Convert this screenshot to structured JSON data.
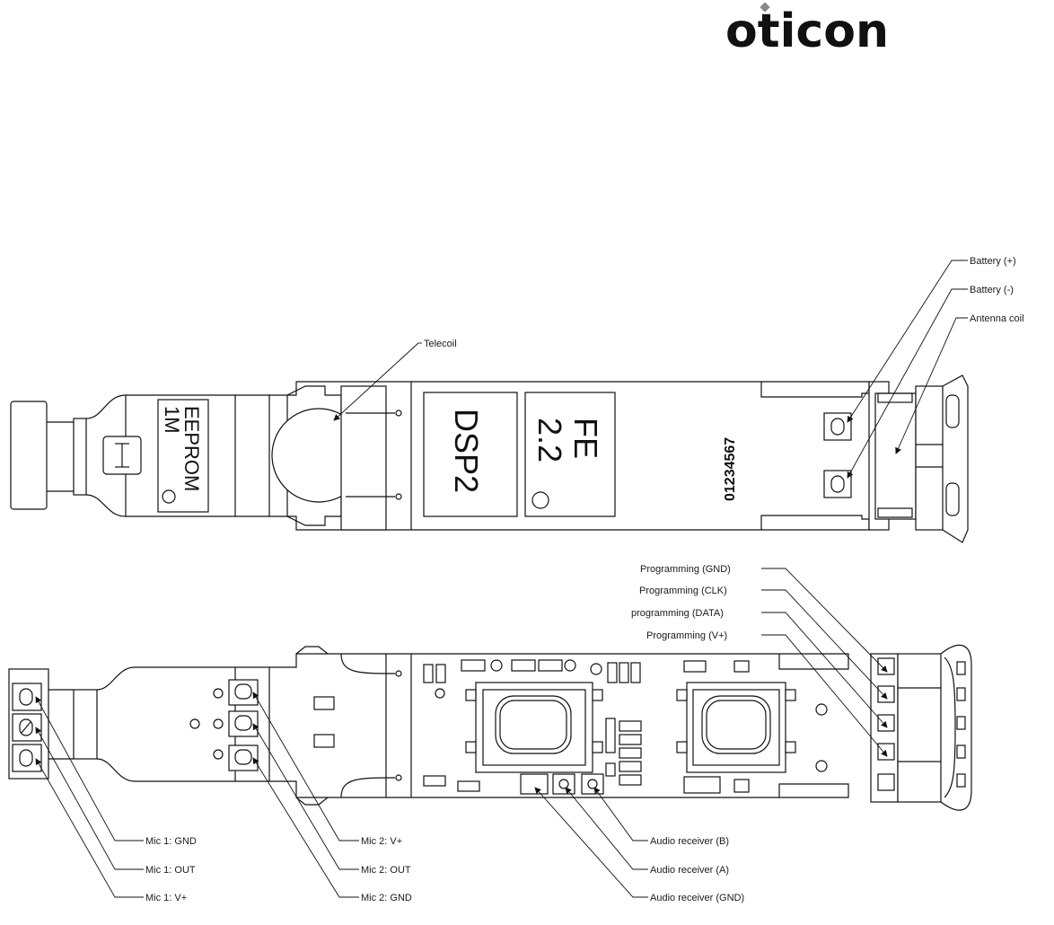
{
  "logo": {
    "text": "oticon"
  },
  "top_board": {
    "chips": {
      "eeprom_line1": "EEPROM",
      "eeprom_line2": "1M",
      "dsp": "DSP2",
      "fe_line1": "FE",
      "fe_line2": "2.2",
      "serial": "01234567"
    },
    "labels": {
      "telecoil": "Telecoil",
      "battery_plus": "Battery (+)",
      "battery_minus": "Battery (-)",
      "antenna_coil": "Antenna coil"
    }
  },
  "bottom_board": {
    "labels": {
      "prog_gnd": "Programming (GND)",
      "prog_clk": "Programming (CLK)",
      "prog_data": "programming (DATA)",
      "prog_vplus": "Programming (V+)",
      "mic1_gnd": "Mic 1: GND",
      "mic1_out": "Mic 1: OUT",
      "mic1_vplus": "Mic 1: V+",
      "mic2_vplus": "Mic 2: V+",
      "mic2_out": "Mic 2: OUT",
      "mic2_gnd": "Mic 2: GND",
      "audio_b": "Audio receiver (B)",
      "audio_a": "Audio receiver (A)",
      "audio_gnd": "Audio receiver (GND)"
    }
  }
}
